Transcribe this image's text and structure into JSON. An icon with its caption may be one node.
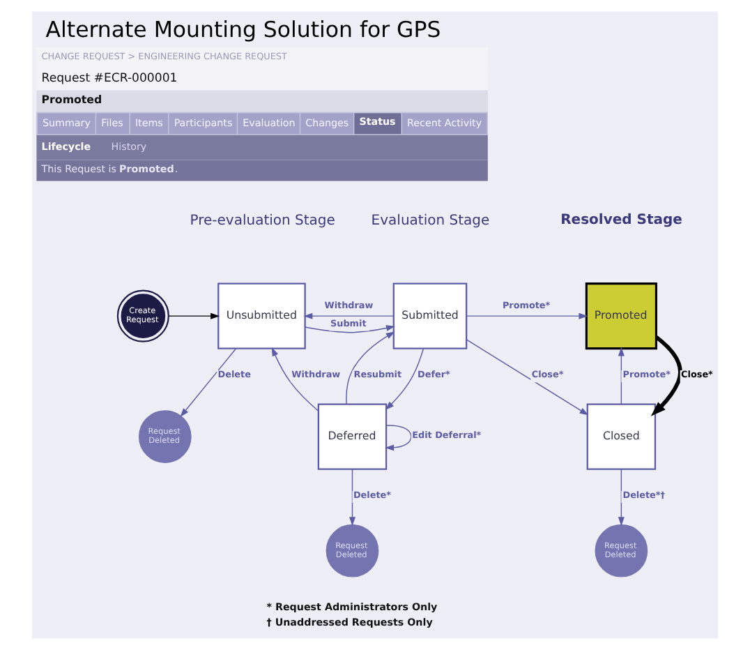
{
  "diagram": {
    "title": "Alternate Mounting Solution for GPS",
    "nodes": [
      {
        "text": [
          "Create Request"
        ]
      },
      {
        "text": [
          "Unsubmitted"
        ]
      },
      {
        "text": [
          "Submitted"
        ]
      },
      {
        "text": [
          "Promoted"
        ]
      },
      {
        "text": [
          "Request Deleted"
        ]
      },
      {
        "text": [
          "Deferred"
        ]
      },
      {
        "text": [
          "Closed"
        ]
      },
      {
        "text": [
          "Request Deleted"
        ]
      },
      {
        "text": [
          "Request Deleted"
        ]
      }
    ],
    "edges": [
      {
        "from": 0,
        "to": 1,
        "arrow": "to",
        "color": "#000000"
      },
      {
        "from": 1,
        "to": 2,
        "arrow": "to",
        "label": "Submit"
      },
      {
        "from": 2,
        "to": 1,
        "arrow": "to",
        "label": "Withdraw"
      },
      {
        "from": 1,
        "to": 4,
        "arrow": "to",
        "label": "Delete"
      },
      {
        "from": 2,
        "to": 3,
        "arrow": "to",
        "label": "Promote*"
      },
      {
        "from": 2,
        "to": 5,
        "arrow": "to",
        "label": "Defer*"
      },
      {
        "from": 5,
        "to": 2,
        "arrow": "to",
        "label": "Resubmit"
      },
      {
        "from": 2,
        "to": 6,
        "arrow": "to",
        "label": "Close*"
      },
      {
        "from": 3,
        "to": 6,
        "arrow": "to",
        "label": "Close*",
        "style": "thick",
        "color": "#000000"
      },
      {
        "from": 6,
        "to": 3,
        "arrow": "to",
        "label": "Promote*"
      },
      {
        "from": 5,
        "to": 1,
        "arrow": "to",
        "label": "Withdraw"
      },
      {
        "from": 5,
        "to": 5,
        "arrow": "to",
        "label": "Edit Deferral*"
      },
      {
        "from": 5,
        "to": 7,
        "arrow": "to",
        "label": "Delete*"
      },
      {
        "from": 6,
        "to": 8,
        "arrow": "to",
        "label": "Delete*†"
      }
    ],
    "labels": [
      "CHANGE REQUEST > ENGINEERING CHANGE REQUEST",
      "Request #ECR-000001",
      "Promoted",
      "Summary",
      "Files",
      "Items",
      "Participants",
      "Evaluation",
      "Changes",
      "Status",
      "Recent Activity",
      "Lifecycle",
      "History",
      "This Request is **Promoted**.",
      "Pre-evaluation Stage",
      "Evaluation Stage",
      "Resolved Stage",
      "* Request Administrators Only",
      "† Unaddressed Requests Only"
    ]
  }
}
